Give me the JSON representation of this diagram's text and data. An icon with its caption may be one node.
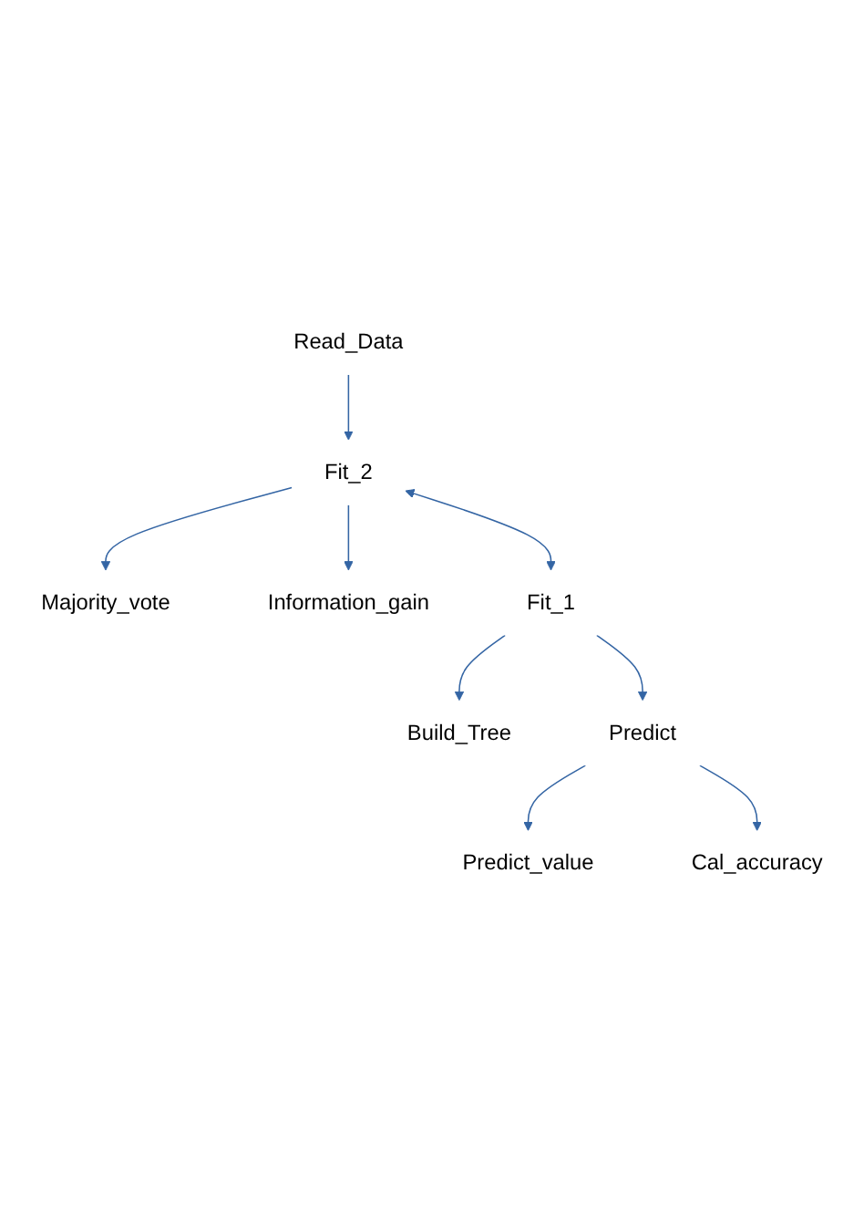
{
  "diagram": {
    "nodes": [
      {
        "text": [
          "Read_Data"
        ]
      },
      {
        "text": [
          "Fit_2"
        ]
      },
      {
        "text": [
          "Majority_vote"
        ]
      },
      {
        "text": [
          "Information_gain"
        ]
      },
      {
        "text": [
          "Fit_1"
        ]
      },
      {
        "text": [
          "Build_Tree"
        ]
      },
      {
        "text": [
          "Predict"
        ]
      },
      {
        "text": [
          "Predict_value"
        ]
      },
      {
        "text": [
          "Cal_accuracy"
        ]
      }
    ],
    "edges": [
      {
        "from": 0,
        "to": 1,
        "arrow": "to"
      },
      {
        "from": 1,
        "to": 2,
        "arrow": "to"
      },
      {
        "from": 1,
        "to": 3,
        "arrow": "to"
      },
      {
        "from": 1,
        "to": 4,
        "arrow": "both"
      },
      {
        "from": 4,
        "to": 5,
        "arrow": "to"
      },
      {
        "from": 4,
        "to": 6,
        "arrow": "to"
      },
      {
        "from": 6,
        "to": 7,
        "arrow": "to"
      },
      {
        "from": 6,
        "to": 8,
        "arrow": "to"
      }
    ]
  }
}
